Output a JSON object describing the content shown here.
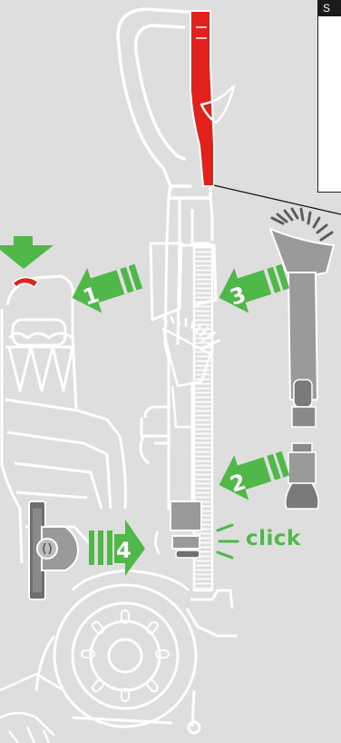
{
  "colors": {
    "background": "#dedede",
    "outline": "#ffffff",
    "highlight_red": "#e2211c",
    "arrow_green": "#4fb848",
    "part_grey": "#9a9a9a",
    "part_dark": "#6f6f6f"
  },
  "header_box": {
    "letter": "S"
  },
  "steps": [
    {
      "number": "1",
      "direction": "left"
    },
    {
      "number": "2",
      "direction": "left"
    },
    {
      "number": "3",
      "direction": "left"
    },
    {
      "number": "4",
      "direction": "right"
    }
  ],
  "click_text": "click"
}
